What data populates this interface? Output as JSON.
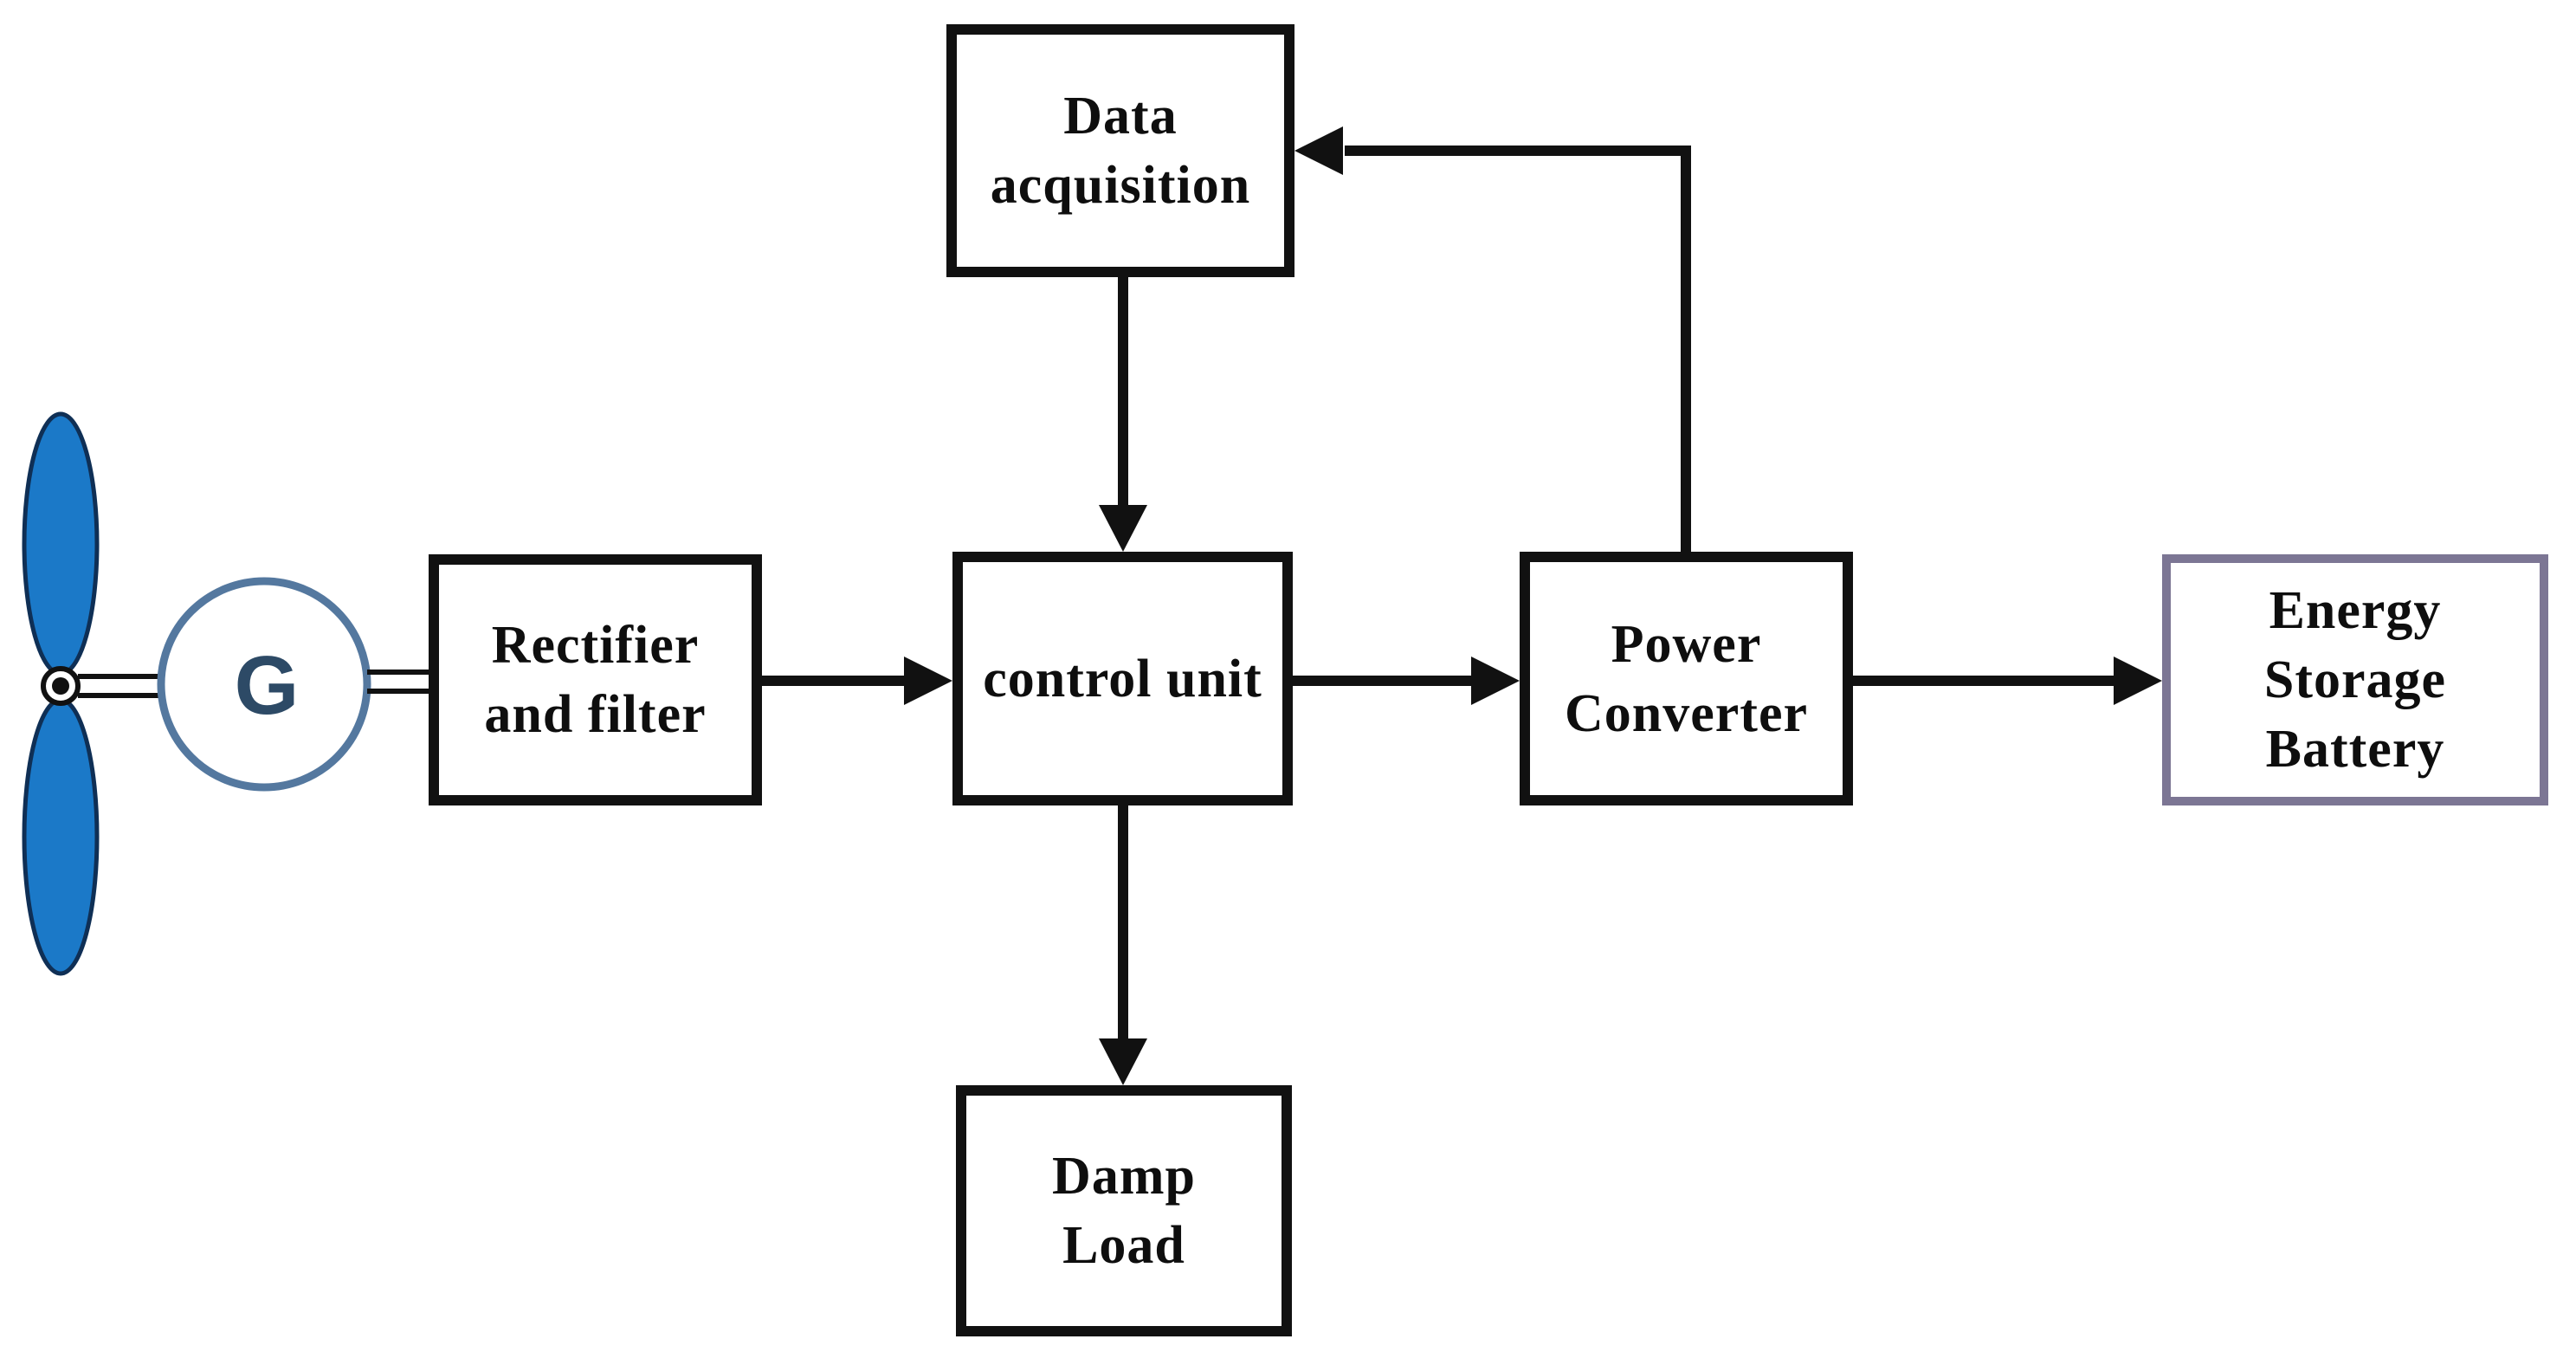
{
  "background": "#ffffff",
  "colors": {
    "line": "#111111",
    "box_border": "#111111",
    "text": "#0e0e0e",
    "battery_border": "#7c7694",
    "blade_fill": "#1b79c8",
    "blade_stroke": "#0f2f55",
    "generator_stroke": "#54789f",
    "generator_text": "#2d4a66",
    "hub_color": "#111111"
  },
  "nodes": {
    "data_acquisition": {
      "lines": [
        "Data",
        "acquisition"
      ]
    },
    "control_unit": {
      "lines": [
        "control unit"
      ]
    },
    "rectifier_filter": {
      "lines": [
        "Rectifier",
        "and filter"
      ]
    },
    "power_converter": {
      "lines": [
        "Power",
        "Converter"
      ]
    },
    "energy_storage_battery": {
      "lines": [
        "Energy",
        "Storage",
        "Battery"
      ]
    },
    "damp_load": {
      "lines": [
        "Damp",
        "Load"
      ]
    },
    "generator": {
      "label": "G"
    },
    "wind_turbine": {
      "icon": "wind-turbine-icon"
    }
  },
  "connections": [
    {
      "from": "wind_turbine",
      "to": "generator",
      "style": "double-line"
    },
    {
      "from": "generator",
      "to": "rectifier_filter",
      "style": "double-line"
    },
    {
      "from": "rectifier_filter",
      "to": "control_unit",
      "style": "arrow"
    },
    {
      "from": "data_acquisition",
      "to": "control_unit",
      "style": "arrow"
    },
    {
      "from": "control_unit",
      "to": "power_converter",
      "style": "arrow"
    },
    {
      "from": "control_unit",
      "to": "damp_load",
      "style": "arrow"
    },
    {
      "from": "power_converter",
      "to": "energy_storage_battery",
      "style": "arrow"
    },
    {
      "from": "power_converter",
      "to": "data_acquisition",
      "style": "arrow-feedback"
    }
  ]
}
